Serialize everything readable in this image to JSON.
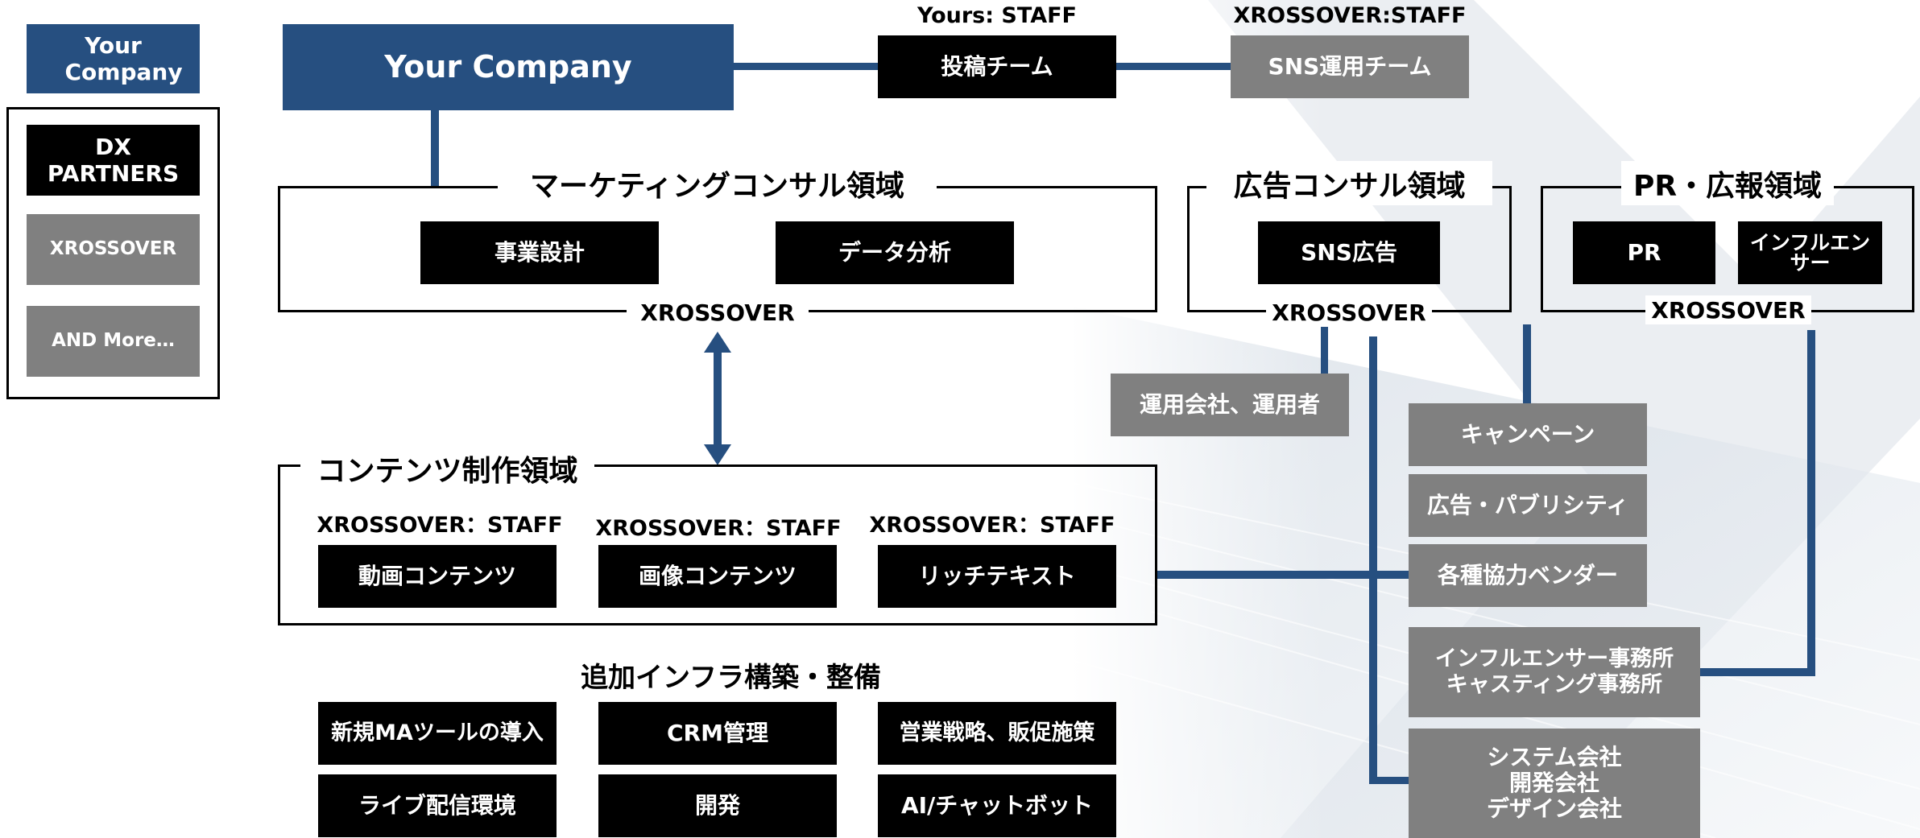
{
  "legend": {
    "company": "Your Company",
    "dx_partners": "DX PARTNERS",
    "xrossover": "XROSSOVER",
    "and_more": "AND More…"
  },
  "top": {
    "company": "Your Company",
    "yours_staff_label": "Yours: STAFF",
    "posting_team": "投稿チーム",
    "xrossover_staff_label": "XROSSOVER:STAFF",
    "sns_team": "SNS運用チーム"
  },
  "marketing": {
    "title": "マーケティングコンサル領域",
    "items": [
      "事業設計",
      "データ分析"
    ],
    "footer": "XROSSOVER"
  },
  "ad": {
    "title": "広告コンサル領域",
    "item": "SNS広告",
    "footer": "XROSSOVER"
  },
  "pr": {
    "title": "PR・広報領域",
    "items": [
      "PR",
      "インフルエンサー"
    ],
    "footer": "XROSSOVER"
  },
  "content": {
    "title": "コンテンツ制作領域",
    "staff_labels": [
      "XROSSOVER：STAFF",
      "XROSSOVER：STAFF",
      "XROSSOVER：STAFF"
    ],
    "items": [
      "動画コンテンツ",
      "画像コンテンツ",
      "リッチテキスト"
    ]
  },
  "infra": {
    "title": "追加インフラ構築・整備",
    "items": [
      "新規MAツールの導入",
      "CRM管理",
      "営業戦略、販促施策",
      "ライブ配信環境",
      "開発",
      "AI/チャットボット"
    ]
  },
  "vendors": {
    "operator": "運用会社、運用者",
    "campaign": "キャンペーン",
    "publicity": "広告・パブリシティ",
    "cooperating": "各種協力ベンダー",
    "agency": "インフルエンサー事務所\nキャスティング事務所",
    "system": "システム会社\n開発会社\nデザイン会社"
  },
  "colors": {
    "navy": "#264f80",
    "black": "#000000",
    "gray": "#808080"
  }
}
